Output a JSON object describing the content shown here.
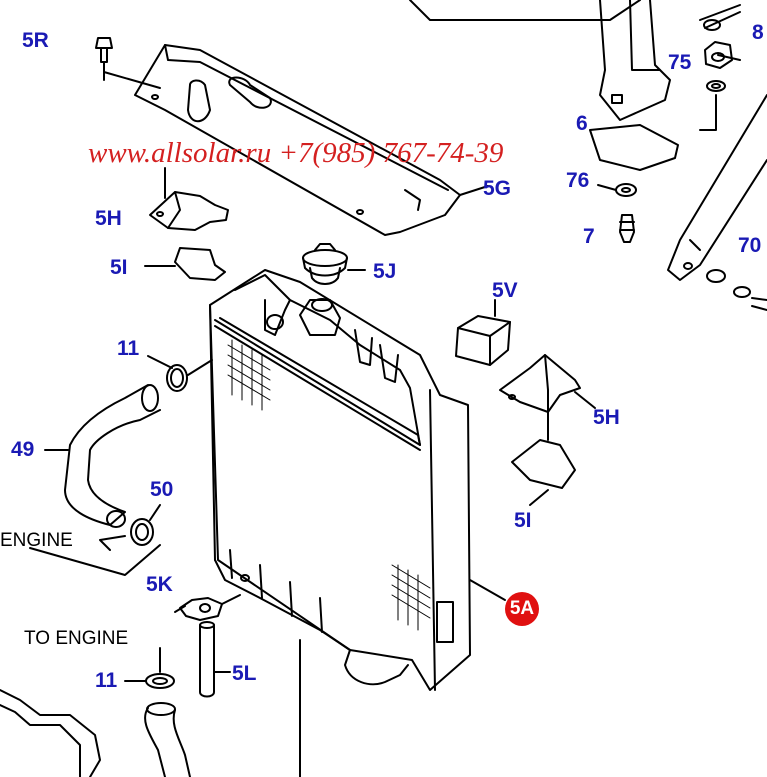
{
  "watermark": "www.allsolar.ru +7(985) 767-74-39",
  "labels": {
    "l_5R": "5R",
    "l_75": "75",
    "l_8": "8",
    "l_6": "6",
    "l_76": "76",
    "l_5G": "5G",
    "l_7": "7",
    "l_70": "70",
    "l_5H_top": "5H",
    "l_5J": "5J",
    "l_5I_top": "5I",
    "l_5V": "5V",
    "l_11_top": "11",
    "l_5H_right": "5H",
    "l_49": "49",
    "l_50": "50",
    "l_5I_right": "5I",
    "l_engine": "ENGINE",
    "l_5K": "5K",
    "l_5A": "5A",
    "l_to_engine": "TO ENGINE",
    "l_11_bottom": "11",
    "l_5L": "5L"
  },
  "colors": {
    "label_blue": "#1a1ab4",
    "watermark_red": "#d42020",
    "badge_red": "#e01010"
  }
}
